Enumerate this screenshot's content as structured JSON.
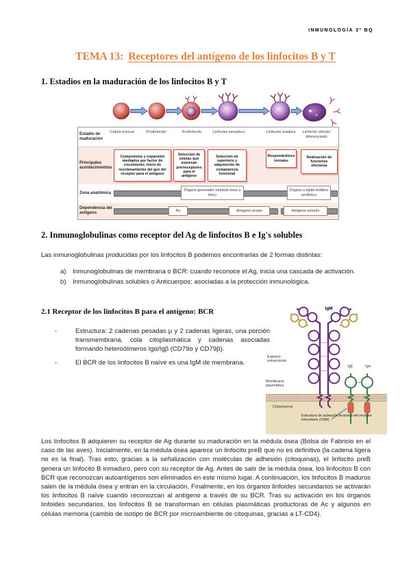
{
  "header": {
    "course": "INMUNOLOGÍA 3º BQ"
  },
  "title": {
    "prefix": "TEMA 13:",
    "main": "Receptores del antígeno de los linfocitos B y T"
  },
  "sections": {
    "s1": {
      "heading": "1. Estadios en la maduración de los linfocitos B y T"
    },
    "s2": {
      "heading": "2. Inmunoglobulinas como receptor del Ag de linfocitos B e Ig's solubles",
      "intro": "Las inmunoglobulinas producidas por los linfocitos B podemos encontrarlas de 2 formas distintas:",
      "item_a_marker": "a)",
      "item_a": "Inmunoglobulinas de membrana o BCR: cuando reconoce el Ag, inicia una cascada de activación.",
      "item_b_marker": "b)",
      "item_b": "Inmunoglobulinas solubles o Anticuerpos: asociadas a la protección inmunológica."
    },
    "s21": {
      "heading": "2.1 Receptor de los linfocitos B para el antígeno: BCR",
      "bullet_marker": "-",
      "bullet1": "Estructura: 2 cadenas pesadas μ y 2 cadenas ligeras, una porción transmembrana, cola citoplasmática y cadenas asociadas formando heterodímeros Igα/Igβ (CD79α y CD79β).",
      "bullet2": "El BCR de los linfocitos B naïve es una IgM de membrana."
    }
  },
  "figure_maturation": {
    "row_labels": [
      "Estadio de maduración",
      "Principales acontecimientos",
      "Zona anatómica",
      "Dependencia del antígeno"
    ],
    "stages": [
      "Célula troncal",
      "Prolinfocito",
      "Prelinfocito",
      "Linfocito inmaduro",
      "Linfocito maduro",
      "Linfocito efector diferenciado"
    ],
    "events": [
      "Compromiso y expansión mediados por factor de crecimiento; inicio de reordenamiento del gen del receptor para el antígeno",
      "Selección de células que expresan prerreceptores para el antígeno",
      "Selección de repertorio y adquisición de competencia funcional",
      "Respondedores iniciales",
      "Realización de funciones efectoras"
    ],
    "zones": [
      "Órgano generador (médula ósea o timo)",
      "Órgano o tejido linfático periférico"
    ],
    "antigen_dependence": [
      "No",
      "Antígeno propio",
      "Antígeno extraño"
    ]
  },
  "figure_bcr": {
    "molecule": "IgM",
    "extracellular": "Espacio extracelular",
    "membrane": "Membrana plasmática",
    "cytoplasm": "Citoplasma",
    "ig_beta": "Igβ",
    "ig_alpha": "Igα",
    "itam_note": "Estructura de activación tirosínica del receptor inmunitario (ITAM)"
  },
  "closing": "Los linfocitos B adquieren su receptor de Ag durante su maduración en la médula ósea (Bolsa de Fabricio en el caso de las aves). Inicialmente, en la médula ósea aparece un linfocito preB que no es definitivo (la cadena ligera no es la final). Tras esto, gracias a la señalización con moléculas de adhesión (citoquinas), el linfocito preB genera un linfocito B inmaduro, pero con su receptor de Ag. Antes de salir de la médula ósea, los linfocitos B con BCR que reconozcan autoantígenos son eliminados en este mismo lugar. A continuación, los linfocitos B maduros salen de la médula ósea y entran en la circulación. Finalmente, en los órganos linfoides secundarios se activarán los linfocitos B naïve cuando reconozcan al antígeno a través de su BCR. Tras su activación en los órganos linfoides secundarios, los linfocitos B se transforman en células plasmáticas productoras de Ac y algunos en células memoria (cambio de isotipo de BCR por microambiente de citoquinas, gracias a LT-CD4).",
  "colors": {
    "accent_orange": "#E0813B",
    "table_pink": "#FBEAE1",
    "event_border": "#B84745"
  }
}
